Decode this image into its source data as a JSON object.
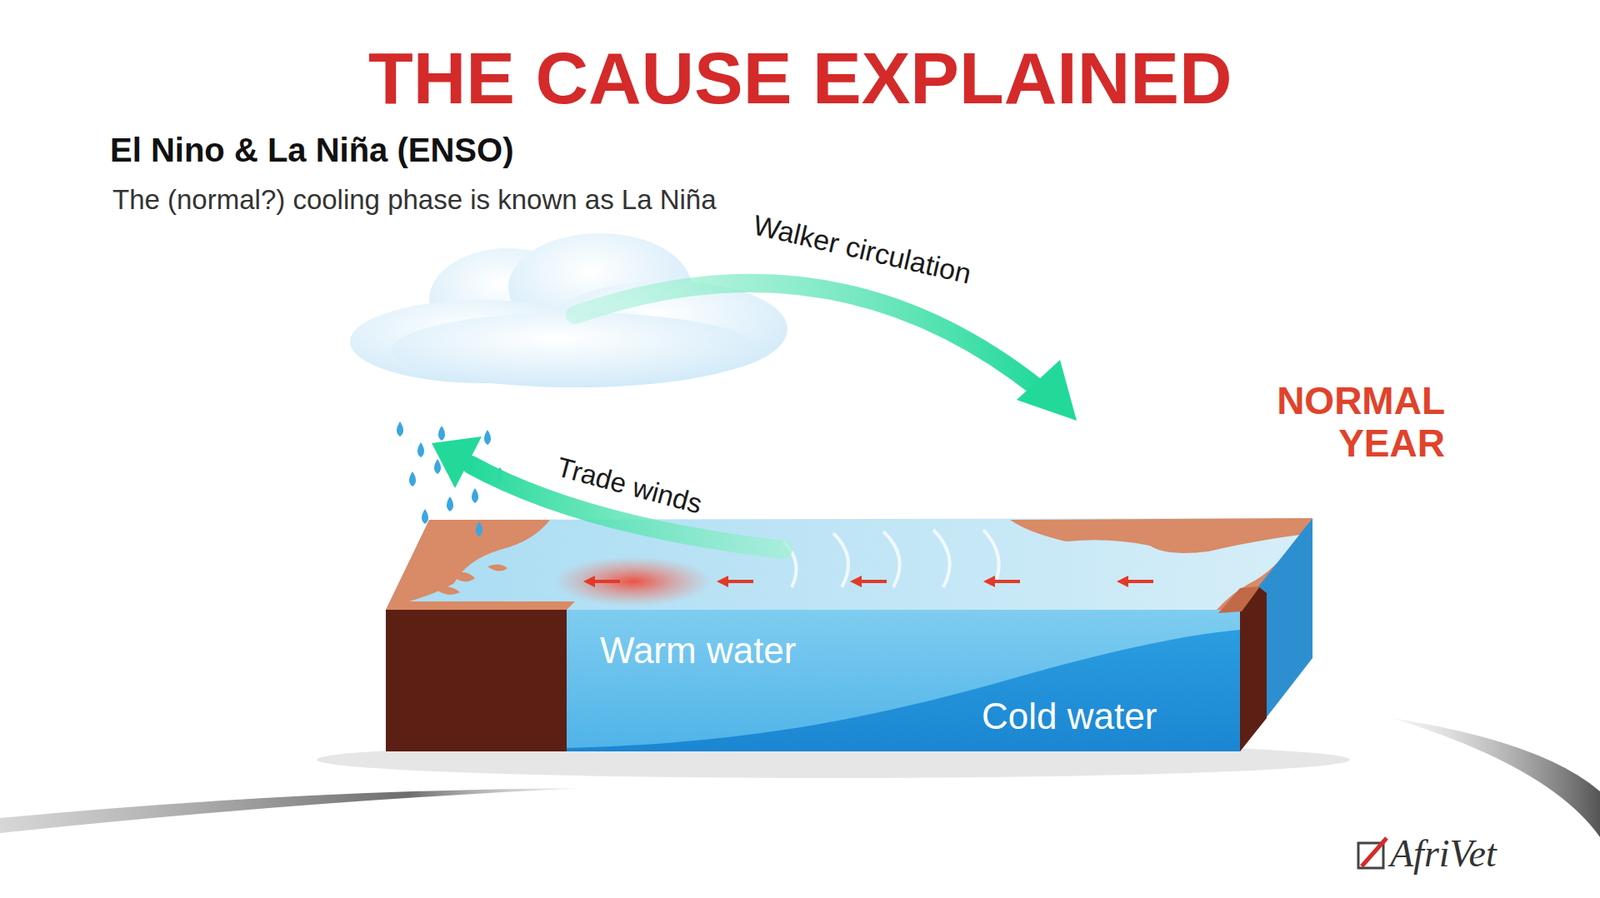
{
  "diagram": {
    "title": "THE CAUSE EXPLAINED",
    "labels": [
      "El Nino & La Niña (ENSO)",
      "The (normal?) cooling phase is known as La Niña",
      "Walker circulation",
      "Trade winds",
      "NORMAL YEAR",
      "Warm water",
      "Cold water",
      "AfriVet"
    ]
  }
}
